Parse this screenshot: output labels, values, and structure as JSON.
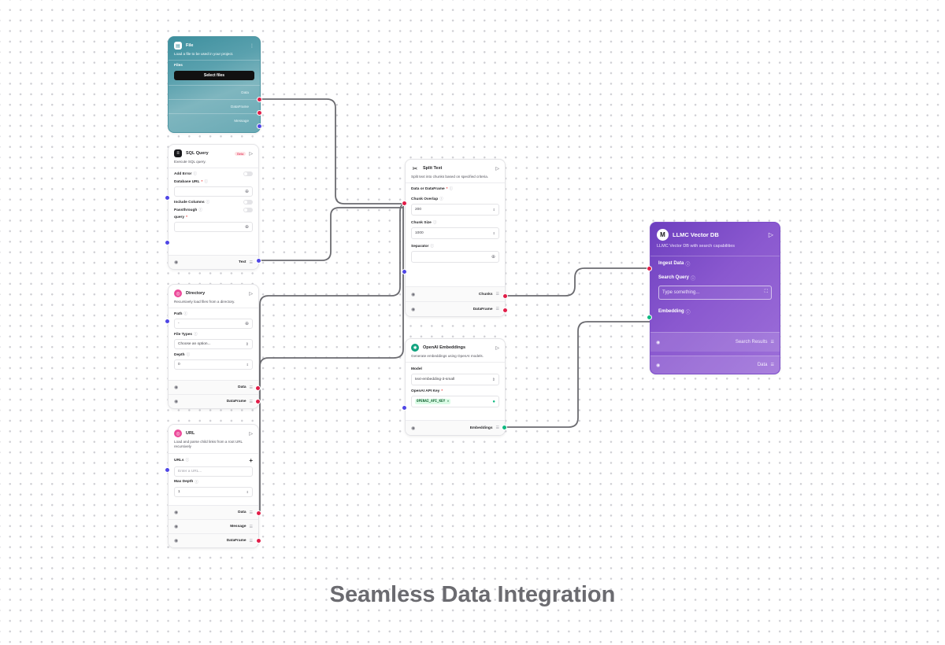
{
  "caption": "Seamless Data Integration",
  "file_node": {
    "title": "File",
    "description": "Load a file to be used in your project.",
    "files_label": "Files",
    "select_button": "Select files",
    "outputs": [
      "Data",
      "DataFrame",
      "Message"
    ]
  },
  "sql_node": {
    "title": "SQL Query",
    "badge": "Beta",
    "description": "Execute SQL query.",
    "add_error": "Add Error",
    "database_url": "Database URL",
    "include_columns": "Include Columns",
    "passthrough": "Passthrough",
    "query": "query",
    "output": "Text"
  },
  "directory_node": {
    "title": "Directory",
    "description": "Recursively load files from a directory.",
    "path_label": "Path",
    "path_value": "-",
    "file_types_label": "File Types",
    "file_types_value": "Choose an option...",
    "depth_label": "Depth",
    "depth_value": "0",
    "outputs": [
      "Data",
      "DataFrame"
    ]
  },
  "url_node": {
    "title": "URL",
    "description": "Load and parse child links from a root URL recursively",
    "urls_label": "URLs",
    "urls_placeholder": "Enter a URL...",
    "max_depth_label": "Max Depth",
    "max_depth_value": "1",
    "outputs": [
      "Data",
      "Message",
      "DataFrame"
    ]
  },
  "split_node": {
    "title": "Split Text",
    "description": "Split text into chunks based on specified criteria.",
    "input_label": "Data or DataFrame",
    "chunk_overlap_label": "Chunk Overlap",
    "chunk_overlap_value": "200",
    "chunk_size_label": "Chunk Size",
    "chunk_size_value": "1000",
    "separator_label": "Separator",
    "outputs": [
      "Chunks",
      "DataFrame"
    ]
  },
  "openai_node": {
    "title": "OpenAI Embeddings",
    "description": "Generate embeddings using OpenAI models.",
    "model_label": "Model",
    "model_value": "text-embedding-3-small",
    "api_key_label": "OpenAI API Key",
    "api_key_value": "OPENAI_API_KEY",
    "output": "Embeddings"
  },
  "llmc_node": {
    "title": "LLMC Vector DB",
    "description": "LLMC Vector DB with search capabilities",
    "ingest_label": "Ingest Data",
    "search_label": "Search Query",
    "search_placeholder": "Type something...",
    "embedding_label": "Embedding",
    "outputs": [
      "Search Results",
      "Data"
    ]
  },
  "colors": {
    "port_data": "#e11d48",
    "port_message": "#4f46e5",
    "port_embedding": "#10b981",
    "llmc_accent": "#7c4dc9",
    "file_accent": "#4e96a3",
    "wire": "#6b6b70"
  }
}
